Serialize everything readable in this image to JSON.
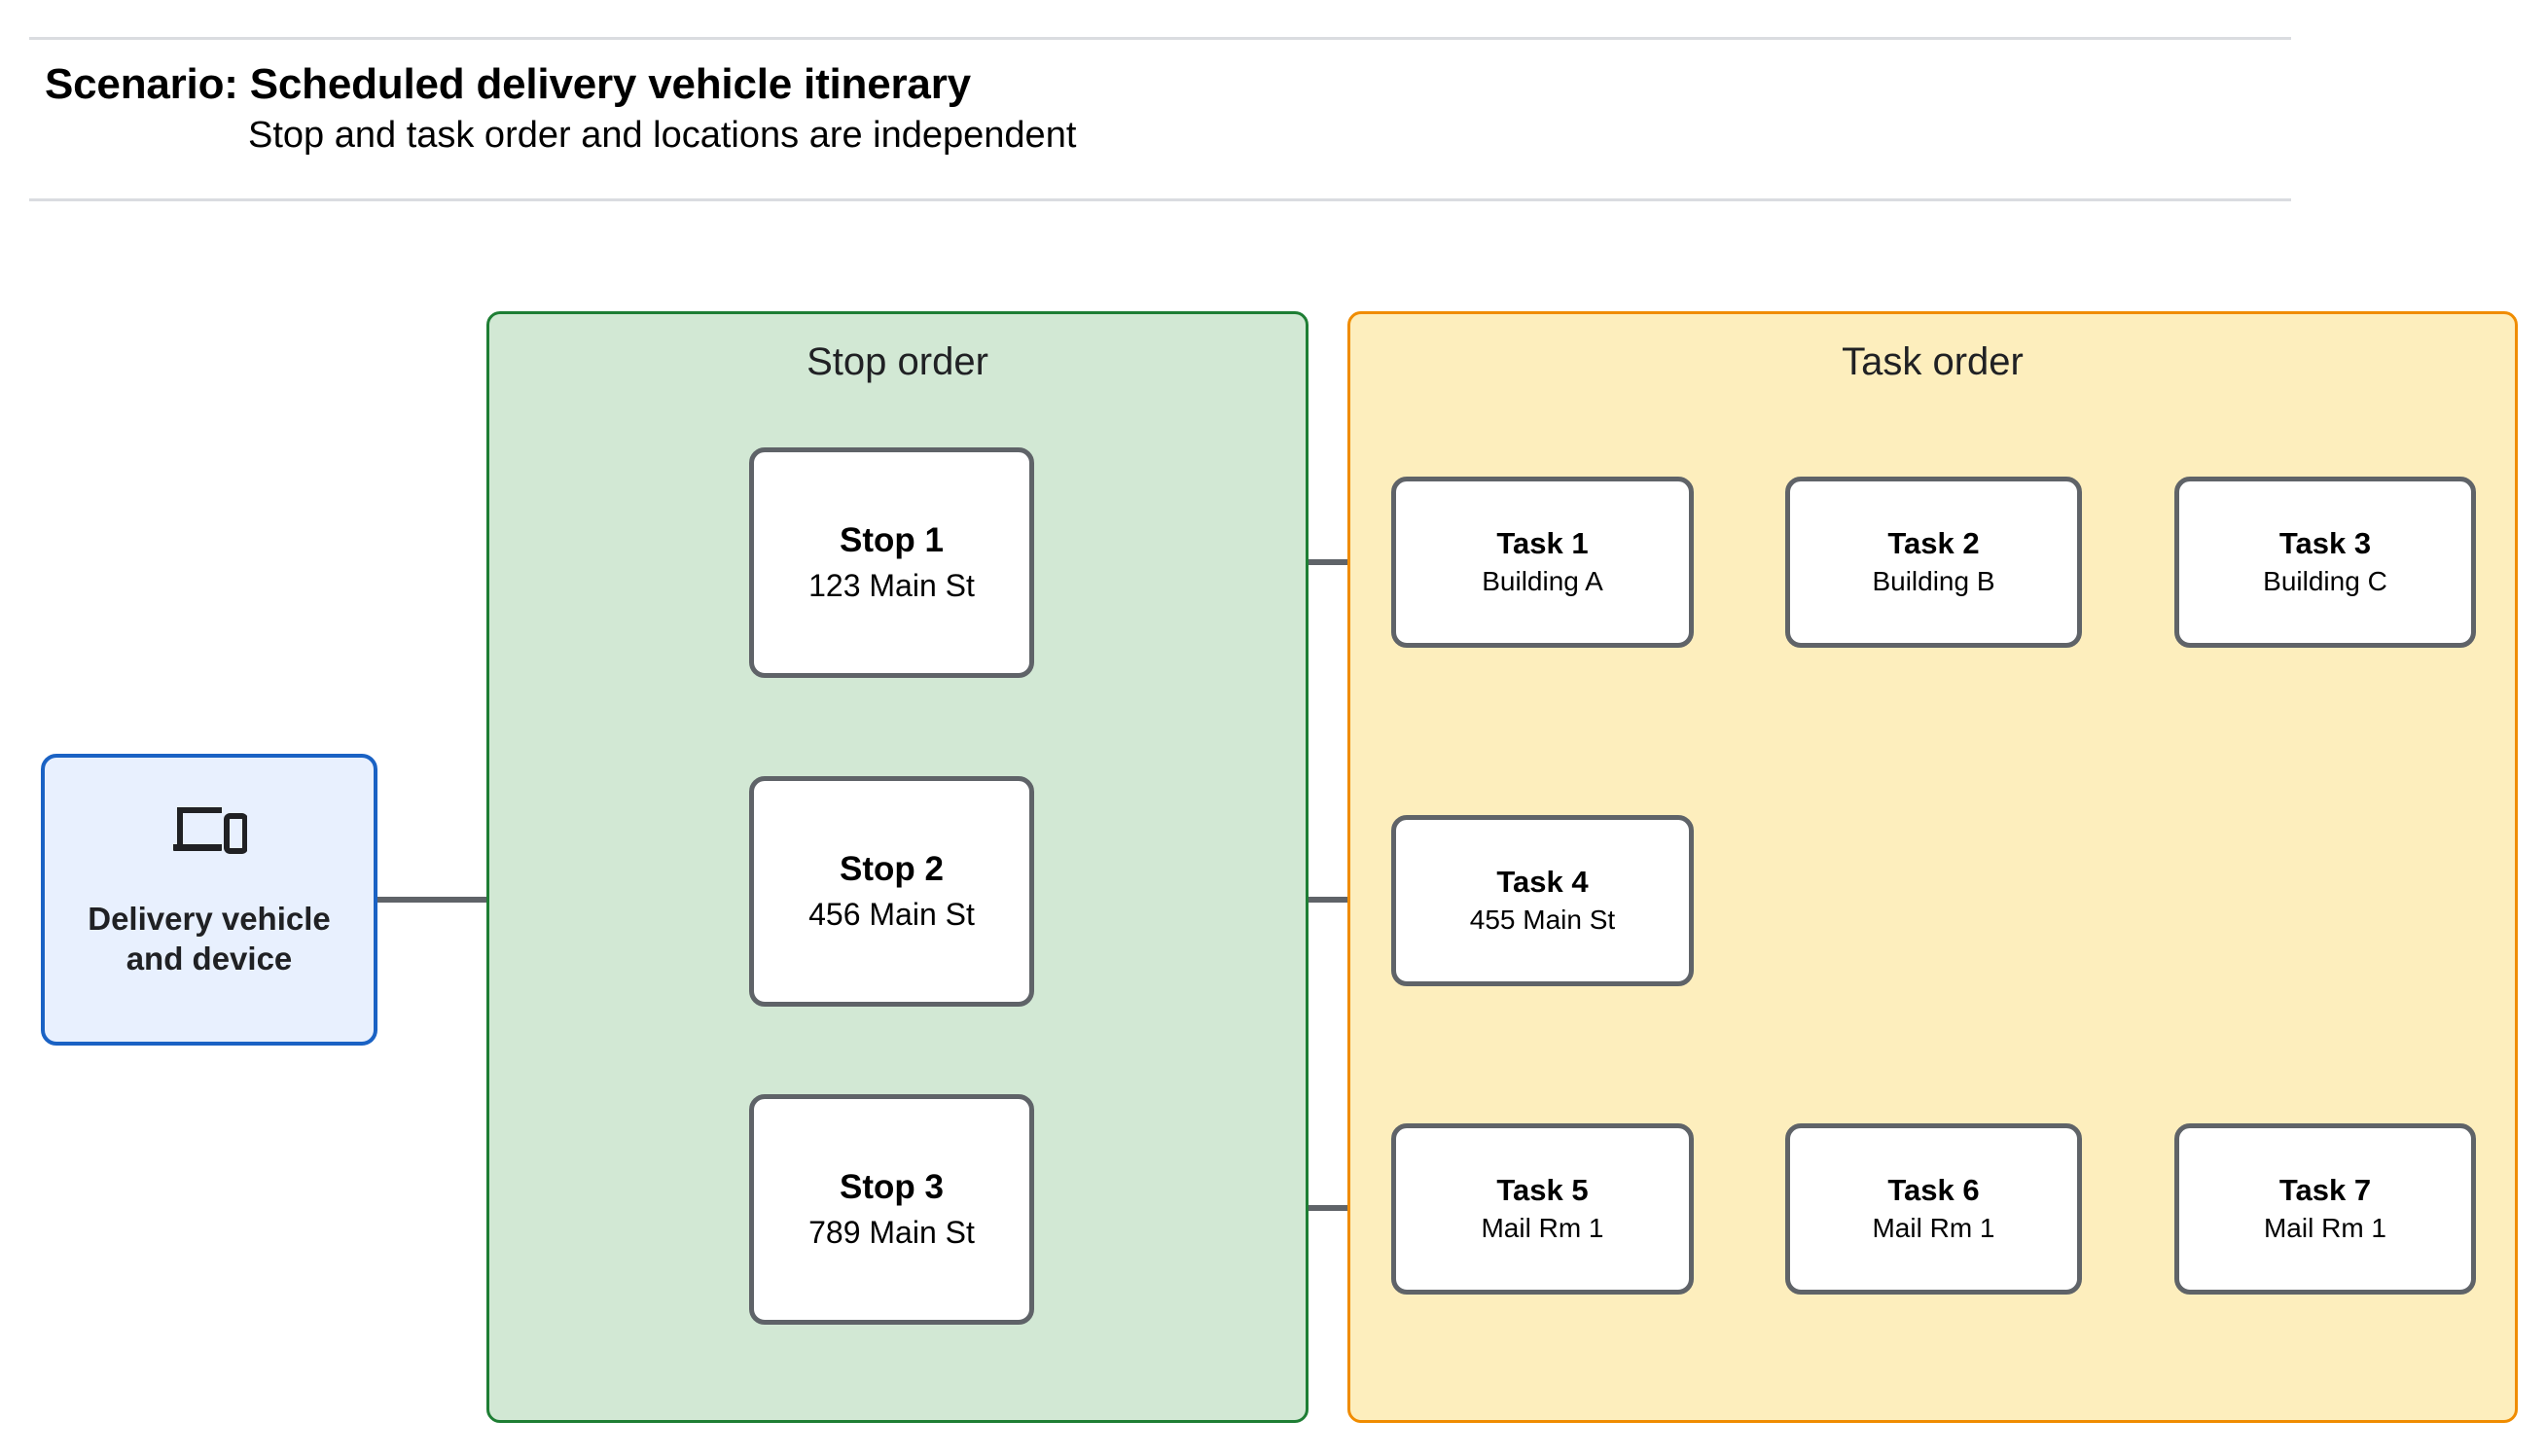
{
  "header": {
    "title": "Scenario: Scheduled delivery vehicle itinerary",
    "subtitle": "Stop and task order and locations are independent"
  },
  "colors": {
    "stop_group_fill": "#d2e8d4",
    "stop_group_border": "#1e7e34",
    "task_group_fill": "#fdeebd",
    "task_group_border": "#f08c00",
    "vehicle_fill": "#e8f0fe",
    "vehicle_border": "#1a62c4",
    "node_border": "#5f6368",
    "connector": "#5f6368",
    "divider": "#dadce0"
  },
  "vehicle": {
    "icon": "devices-icon",
    "label": "Delivery vehicle\nand device",
    "label_line_1": "Delivery vehicle",
    "label_line_2": "and device"
  },
  "stop_group": {
    "title": "Stop order",
    "stops": [
      {
        "title": "Stop 1",
        "address": "123 Main St"
      },
      {
        "title": "Stop 2",
        "address": "456 Main St"
      },
      {
        "title": "Stop 3",
        "address": "789 Main St"
      }
    ]
  },
  "task_group": {
    "title": "Task order",
    "rows": [
      {
        "tasks": [
          {
            "title": "Task 1",
            "location": "Building A"
          },
          {
            "title": "Task 2",
            "location": "Building B"
          },
          {
            "title": "Task 3",
            "location": "Building C"
          }
        ]
      },
      {
        "tasks": [
          {
            "title": "Task 4",
            "location": "455 Main St"
          }
        ]
      },
      {
        "tasks": [
          {
            "title": "Task 5",
            "location": "Mail Rm 1"
          },
          {
            "title": "Task 6",
            "location": "Mail Rm 1"
          },
          {
            "title": "Task 7",
            "location": "Mail Rm 1"
          }
        ]
      }
    ]
  }
}
